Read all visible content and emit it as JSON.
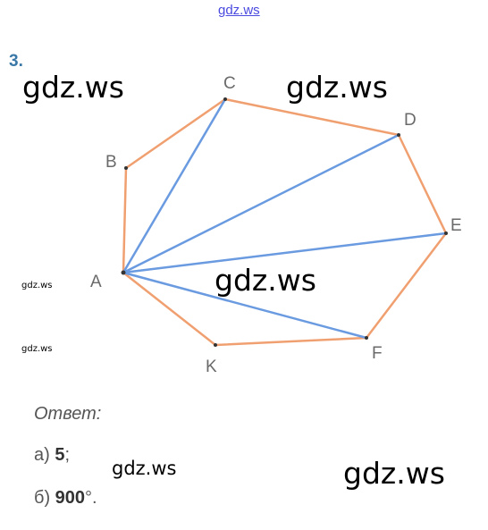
{
  "watermarks": {
    "top": "gdz.ws",
    "w1": "gdz.ws",
    "w2": "gdz.ws",
    "w3": "gdz.ws",
    "w4": "gdz.ws",
    "w5": "gdz.ws",
    "s1": "gdz.ws",
    "s2": "gdz.ws"
  },
  "problem": {
    "number": "3."
  },
  "figure": {
    "edge_color": "#f0a070",
    "diagonal_color": "#6a9ae0",
    "vertices": {
      "A": "A",
      "B": "B",
      "C": "C",
      "D": "D",
      "E": "E",
      "F": "F",
      "K": "K"
    }
  },
  "answer": {
    "title": "Ответ:",
    "a_prefix": "а) ",
    "a_value": "5",
    "a_suffix": ";",
    "b_prefix": "б) ",
    "b_value": "900",
    "b_suffix": "°."
  }
}
